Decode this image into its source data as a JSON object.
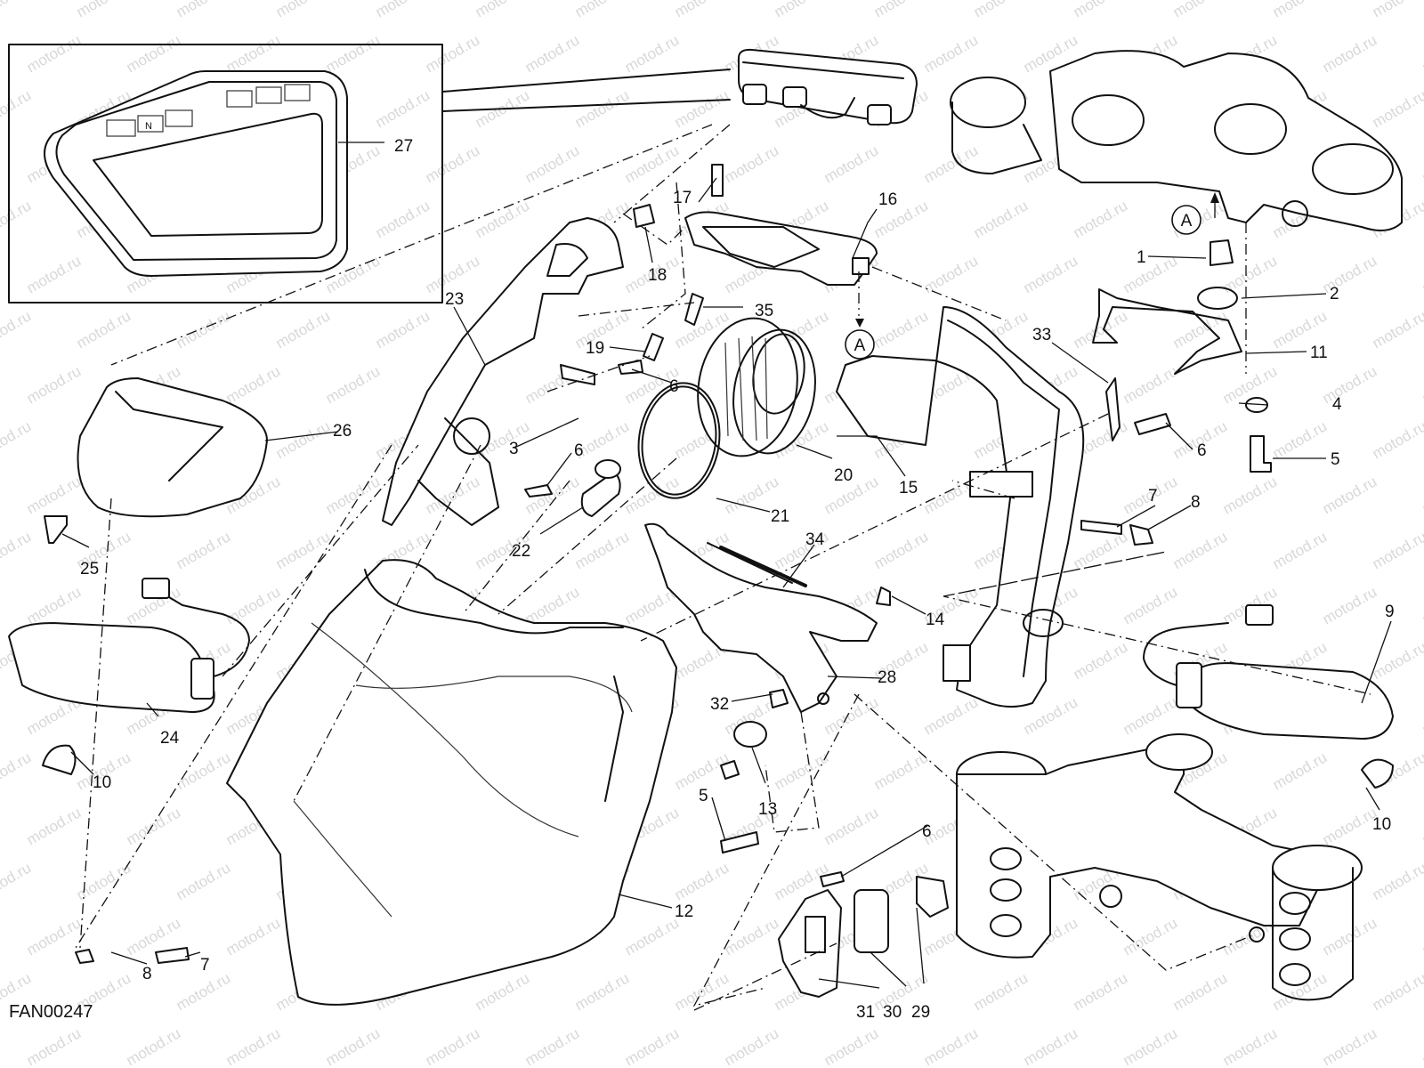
{
  "drawing_code": "FAN00247",
  "watermark": "motod.ru",
  "reference_marker": "A",
  "instrument_icons": [
    "N"
  ],
  "callouts": {
    "c1": "1",
    "c2": "2",
    "c3": "3",
    "c4": "4",
    "c5a": "5",
    "c5b": "5",
    "c6a": "6",
    "c6b": "6",
    "c6c": "6",
    "c6d": "6",
    "c7a": "7",
    "c7b": "7",
    "c8a": "8",
    "c8b": "8",
    "c9": "9",
    "c10a": "10",
    "c10b": "10",
    "c11": "11",
    "c12": "12",
    "c13": "13",
    "c14": "14",
    "c15": "15",
    "c16": "16",
    "c17": "17",
    "c18": "18",
    "c19": "19",
    "c20": "20",
    "c21": "21",
    "c22": "22",
    "c23": "23",
    "c24": "24",
    "c25": "25",
    "c26": "26",
    "c27": "27",
    "c28": "28",
    "c29": "29",
    "c30": "30",
    "c31": "31",
    "c32": "32",
    "c33": "33",
    "c34": "34",
    "c35": "35"
  }
}
